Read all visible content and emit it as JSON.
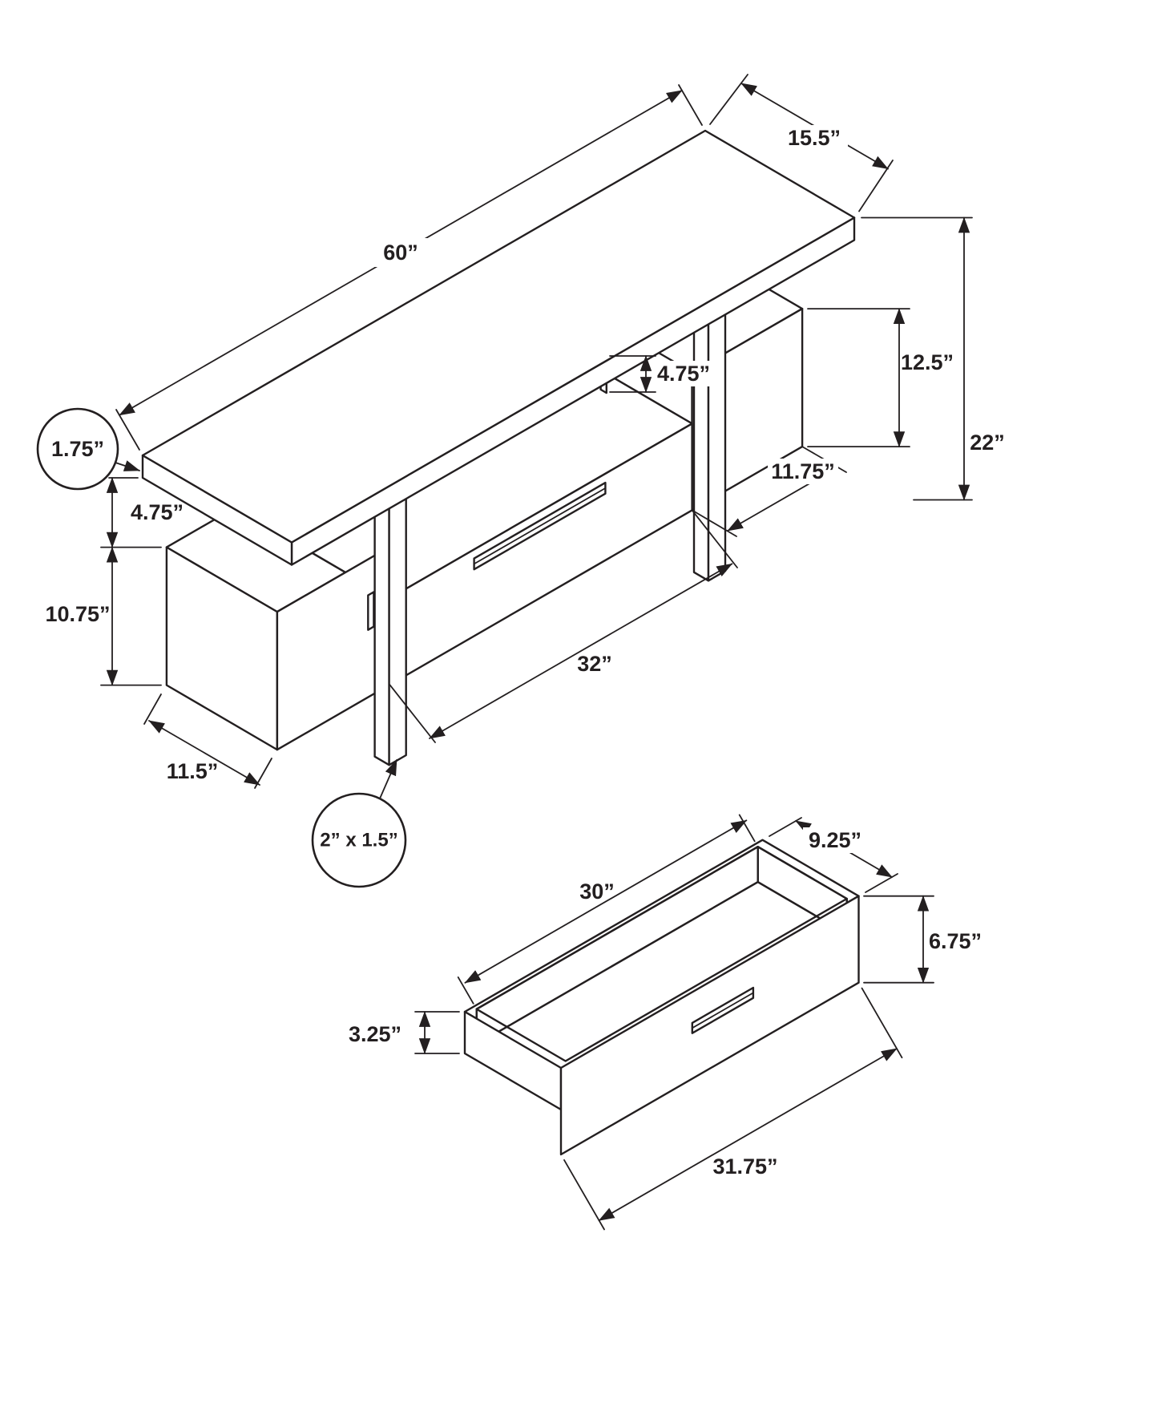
{
  "diagram": {
    "title": "TV stand dimension drawing",
    "background": "#ffffff",
    "line_color": "#231f20",
    "main": {
      "name": "tv-stand-isometric-view",
      "labels": {
        "top_depth": "15.5”",
        "top_length": "60”",
        "right_cabinet_height": "12.5”",
        "overall_height": "22”",
        "handle_height": "4.75”",
        "top_thickness": "1.75”",
        "top_to_cabinet_gap": "4.75”",
        "left_cabinet_height": "10.75”",
        "left_cabinet_depth": "11.5”",
        "leg_cross_section": "2” x 1.5”",
        "drawer_opening_width": "32”",
        "right_cabinet_width": "11.75”"
      }
    },
    "drawer": {
      "name": "drawer-detail-view",
      "labels": {
        "inner_length": "30”",
        "inner_depth": "9.25”",
        "front_height": "6.75”",
        "side_height": "3.25”",
        "outer_length": "31.75”"
      }
    }
  }
}
